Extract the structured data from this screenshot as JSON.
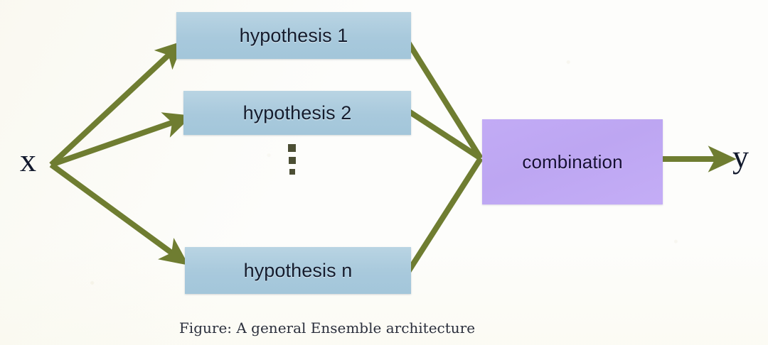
{
  "figure": {
    "caption": "Figure: A general Ensemble architecture",
    "background_color": "#fdfdfb"
  },
  "colors": {
    "hypothesis_box": "#a8c9dc",
    "combination_box": "#bda6f2",
    "arrow": "#6f7d31",
    "text_dark": "#141c2e",
    "ellipsis_dot": "#4c4f34"
  },
  "inputs": {
    "x_label": "x"
  },
  "outputs": {
    "y_label": "y"
  },
  "hypotheses": [
    {
      "label": "hypothesis 1"
    },
    {
      "label": "hypothesis 2"
    },
    {
      "label": "hypothesis n"
    }
  ],
  "ellipsis": {
    "meaning": "vertical-ellipsis",
    "dot_count": 3
  },
  "combiner": {
    "label": "combination"
  },
  "edges": [
    {
      "from": "x",
      "to": "hypothesis 1"
    },
    {
      "from": "x",
      "to": "hypothesis 2"
    },
    {
      "from": "x",
      "to": "hypothesis n"
    },
    {
      "from": "hypothesis 1",
      "to": "combination"
    },
    {
      "from": "hypothesis 2",
      "to": "combination"
    },
    {
      "from": "hypothesis n",
      "to": "combination"
    },
    {
      "from": "combination",
      "to": "y"
    }
  ]
}
